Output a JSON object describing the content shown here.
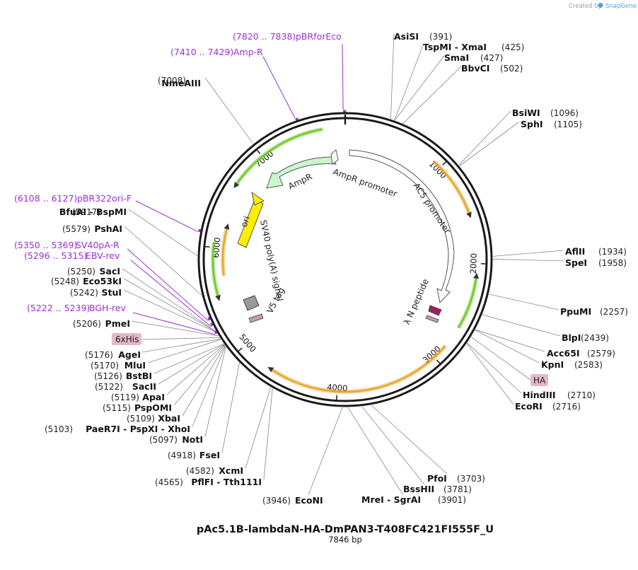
{
  "map": {
    "title": "pAc5.1B-lambdaN-HA-DmPAN3-T408FC421FI555F_U",
    "length_label": "7846 bp",
    "length": 7846,
    "credit": "Created by",
    "credit_brand": "SnapGene"
  },
  "ticks": [
    {
      "pos": 1000,
      "label": "1000"
    },
    {
      "pos": 2000,
      "label": "2000"
    },
    {
      "pos": 3000,
      "label": "3000"
    },
    {
      "pos": 4000,
      "label": "4000"
    },
    {
      "pos": 5000,
      "label": "5000"
    },
    {
      "pos": 6000,
      "label": "6000"
    },
    {
      "pos": 7000,
      "label": "7000"
    }
  ],
  "sites_right": [
    {
      "name": "AsiSI",
      "pos": "(391)",
      "bp": 391
    },
    {
      "name": "TspMI  -  XmaI",
      "pos": "(425)",
      "bp": 425
    },
    {
      "name": "SmaI",
      "pos": "(427)",
      "bp": 427
    },
    {
      "name": "BbvCI",
      "pos": "(502)",
      "bp": 502
    },
    {
      "name": "BsiWI",
      "pos": "(1096)",
      "bp": 1096
    },
    {
      "name": "SphI",
      "pos": "(1105)",
      "bp": 1105
    },
    {
      "name": "AflII",
      "pos": "(1934)",
      "bp": 1934
    },
    {
      "name": "SpeI",
      "pos": "(1958)",
      "bp": 1958
    },
    {
      "name": "PpuMI",
      "pos": "(2257)",
      "bp": 2257
    },
    {
      "name": "BlpI",
      "pos": "(2439)",
      "bp": 2439
    },
    {
      "name": "Acc65I",
      "pos": "(2579)",
      "bp": 2579
    },
    {
      "name": "KpnI",
      "pos": "(2583)",
      "bp": 2583
    },
    {
      "name": "HindIII",
      "pos": "(2710)",
      "bp": 2710
    },
    {
      "name": "EcoRI",
      "pos": "(2716)",
      "bp": 2716
    }
  ],
  "sites_bottom": [
    {
      "name": "PfoI",
      "pos": "(3703)",
      "bp": 3703
    },
    {
      "name": "BssHII",
      "pos": "(3781)",
      "bp": 3781
    },
    {
      "name": "MreI  -  SgrAI",
      "pos": "(3901)",
      "bp": 3901
    },
    {
      "name": "EcoNI",
      "pos": "(3946)",
      "bp": 3946
    }
  ],
  "sites_left": [
    {
      "name": "NmeAIII",
      "pos": "(7008)",
      "bp": 7008
    },
    {
      "name": "BfuAI  -  BspMI",
      "pos": "(5917)",
      "bp": 5917
    },
    {
      "name": "PshAI",
      "pos": "(5579)",
      "bp": 5579
    },
    {
      "name": "SacI",
      "pos": "(5250)",
      "bp": 5250
    },
    {
      "name": "Eco53kI",
      "pos": "(5248)",
      "bp": 5248
    },
    {
      "name": "StuI",
      "pos": "(5242)",
      "bp": 5242
    },
    {
      "name": "PmeI",
      "pos": "(5206)",
      "bp": 5206
    },
    {
      "name": "AgeI",
      "pos": "(5176)",
      "bp": 5176
    },
    {
      "name": "MluI",
      "pos": "(5170)",
      "bp": 5170
    },
    {
      "name": "BstBI",
      "pos": "(5126)",
      "bp": 5126
    },
    {
      "name": "SacII",
      "pos": "(5122)",
      "bp": 5122
    },
    {
      "name": "ApaI",
      "pos": "(5119)",
      "bp": 5119
    },
    {
      "name": "PspOMI",
      "pos": "(5115)",
      "bp": 5115
    },
    {
      "name": "XbaI",
      "pos": "(5109)",
      "bp": 5109
    },
    {
      "name": "PaeR7I  -  PspXI  -  XhoI",
      "pos": "(5103)",
      "bp": 5103
    },
    {
      "name": "NotI",
      "pos": "(5097)",
      "bp": 5097
    },
    {
      "name": "FseI",
      "pos": "(4918)",
      "bp": 4918
    },
    {
      "name": "XcmI",
      "pos": "(4582)",
      "bp": 4582
    },
    {
      "name": "PflFI  -  Tth111I",
      "pos": "(4565)",
      "bp": 4565
    }
  ],
  "primers": [
    {
      "range": "(7820 .. 7838)",
      "name": "pBRforEco",
      "bp": 7829
    },
    {
      "range": "(7410 .. 7429)",
      "name": "Amp-R",
      "bp": 7420
    },
    {
      "range": "(6108 .. 6127)",
      "name": "pBR322ori-F",
      "bp": 6118
    },
    {
      "range": "(5350 .. 5369)",
      "name": "SV40pA-R",
      "bp": 5360
    },
    {
      "range": "(5296 .. 5315)",
      "name": "EBV-rev",
      "bp": 5306
    },
    {
      "range": "(5222 .. 5239)",
      "name": "BGH-rev",
      "bp": 5231
    }
  ],
  "tags": [
    {
      "label": "6xHis",
      "bp": 5190
    },
    {
      "label": "HA",
      "bp": 2650
    }
  ],
  "features": [
    {
      "label": "AmpR",
      "kind": "gene",
      "color": "#ccf5cc"
    },
    {
      "label": "AmpR promoter",
      "kind": "promoter",
      "color": "#ffffff"
    },
    {
      "label": "AC5 promoter",
      "kind": "promoter",
      "color": "#ffffff"
    },
    {
      "label": "ori",
      "kind": "origin",
      "color": "#ffee00"
    },
    {
      "label": "SV40 poly(A) signal",
      "kind": "terminator",
      "color": "#999999"
    },
    {
      "label": "V5 tag",
      "kind": "tag",
      "color": "#c79bb0"
    },
    {
      "label": "λ N peptide",
      "kind": "peptide",
      "color": "#a0205e"
    }
  ],
  "colors": {
    "backbone": "#1a1a1a",
    "orf_orange": "#e6a01e",
    "orf_green": "#66c61f",
    "primer": "#9b30d0",
    "tag_fill": "#e6b7c8"
  }
}
